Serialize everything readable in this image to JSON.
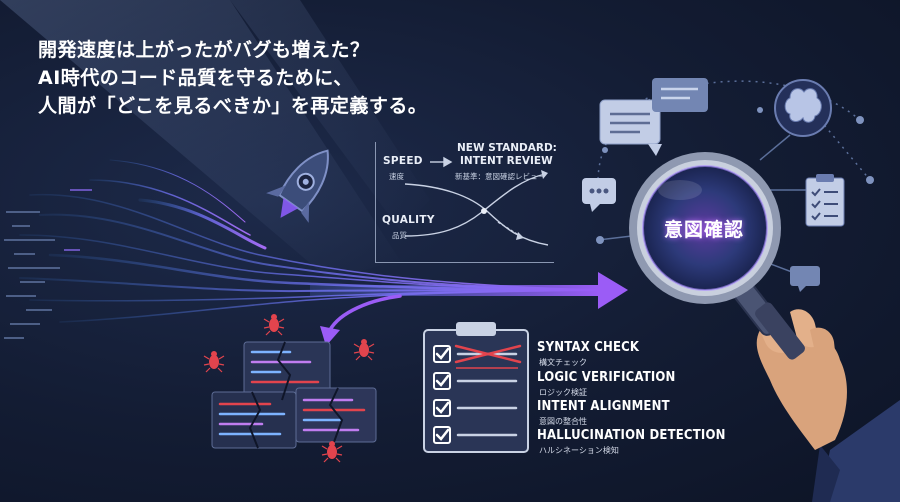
{
  "headline": {
    "line1": "開発速度は上がったがバグも増えた？",
    "line2": "AI時代のコード品質を守るために、",
    "line3": "人間が「どこを見るべきか」を再定義する。"
  },
  "chart": {
    "speed_label": "SPEED",
    "speed_sub": "速度",
    "quality_label": "QUALITY",
    "quality_sub": "品質",
    "new_standard_line1": "NEW STANDARD:",
    "new_standard_line2": "INTENT REVIEW",
    "new_standard_sub": "新基準：意図確認レビュー"
  },
  "lens_label": "意図確認",
  "checklist": [
    {
      "label": "SYNTAX CHECK",
      "sub": "構文チェック",
      "crossed": true
    },
    {
      "label": "LOGIC VERIFICATION",
      "sub": "ロジック検証",
      "crossed": false
    },
    {
      "label": "INTENT ALIGNMENT",
      "sub": "意図の整合性",
      "crossed": false
    },
    {
      "label": "HALLUCINATION DETECTION",
      "sub": "ハルシネーション検知",
      "crossed": false
    }
  ],
  "colors": {
    "background": "#131c33",
    "accent_purple": "#8b5cf6",
    "accent_blue": "#4f8df0",
    "bug_red": "#e2444d",
    "line_gray": "#8a97b2"
  }
}
